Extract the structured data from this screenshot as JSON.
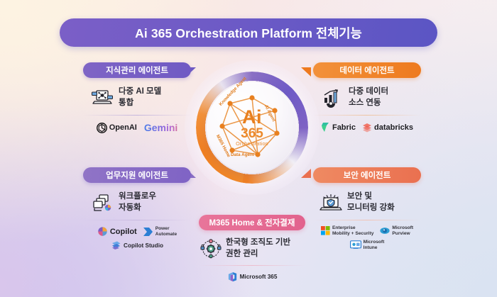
{
  "header": {
    "title": "Ai 365 Orchestration Platform 전체기능"
  },
  "hub": {
    "line1": "Ai",
    "line2": "365",
    "line3": "Orchestration",
    "nodes": [
      {
        "label": "Knowledge Agent"
      },
      {
        "label": "AI Agent"
      },
      {
        "label": "M365 Home"
      },
      {
        "label": "Data Agent"
      }
    ]
  },
  "panels": {
    "knowledge": {
      "badge": "지식관리 에이전트",
      "icon": "ai-model-laptop-icon",
      "feature_line1": "다중 AI 모델",
      "feature_line2": "통합",
      "logos": [
        {
          "name": "openai-logo",
          "label": "OpenAI"
        },
        {
          "name": "gemini-logo",
          "label": "Gemini"
        }
      ]
    },
    "data": {
      "badge": "데이터 에이전트",
      "icon": "data-chart-gear-icon",
      "feature_line1": "다중 데이터",
      "feature_line2": "소스 연동",
      "logos": [
        {
          "name": "fabric-logo",
          "label": "Fabric"
        },
        {
          "name": "databricks-logo",
          "label": "databricks"
        }
      ]
    },
    "workflow": {
      "badge": "업무지원 에이전트",
      "icon": "workflow-windows-icon",
      "feature_line1": "워크플로우",
      "feature_line2": "자동화",
      "logos": [
        {
          "name": "copilot-logo",
          "label": "Copilot"
        },
        {
          "name": "power-automate-logo",
          "label_line1": "Power",
          "label_line2": "Automate"
        },
        {
          "name": "copilot-studio-logo",
          "label": "Copilot Studio"
        }
      ]
    },
    "security": {
      "badge": "보안 에이전트",
      "icon": "security-shield-laptop-icon",
      "feature_line1": "보안 및",
      "feature_line2": "모니터링 강화",
      "logos": [
        {
          "name": "enterprise-mobility-security-logo",
          "label_line1": "Enterprise",
          "label_line2": "Mobility + Security"
        },
        {
          "name": "microsoft-purview-logo",
          "label_line1": "Microsoft",
          "label_line2": "Purview"
        },
        {
          "name": "microsoft-intune-logo",
          "label_line1": "Microsoft",
          "label_line2": "Intune"
        }
      ]
    },
    "m365home": {
      "badge": "M365 Home & 전자결재",
      "icon": "org-permission-gear-icon",
      "feature_line1": "한국형 조직도 기반",
      "feature_line2": "권한 관리",
      "logos": [
        {
          "name": "microsoft-365-logo",
          "label": "Microsoft 365"
        }
      ]
    }
  },
  "colors": {
    "purple": "#6f5ac4",
    "orange": "#ee7a1e",
    "pink": "#e2628d",
    "coral": "#ea7050",
    "title_gradient_from": "#7b5fc7",
    "title_gradient_to": "#5b55c4"
  }
}
